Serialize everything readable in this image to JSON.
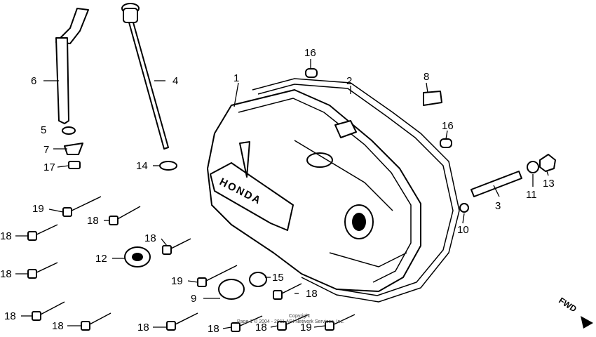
{
  "diagram": {
    "cover_emboss": "HONDA",
    "direction_label": "FWD",
    "credit_line_1": "Copyright",
    "credit_line_2": "Page 1 © 2004 - 2011 ARI Network Services, Inc.",
    "callouts": [
      "1",
      "2",
      "3",
      "4",
      "5",
      "6",
      "7",
      "8",
      "9",
      "10",
      "11",
      "12",
      "13",
      "14",
      "15",
      "16",
      "16",
      "17",
      "18",
      "18",
      "18",
      "18",
      "18",
      "18",
      "18",
      "18",
      "18",
      "18",
      "19",
      "19"
    ]
  }
}
